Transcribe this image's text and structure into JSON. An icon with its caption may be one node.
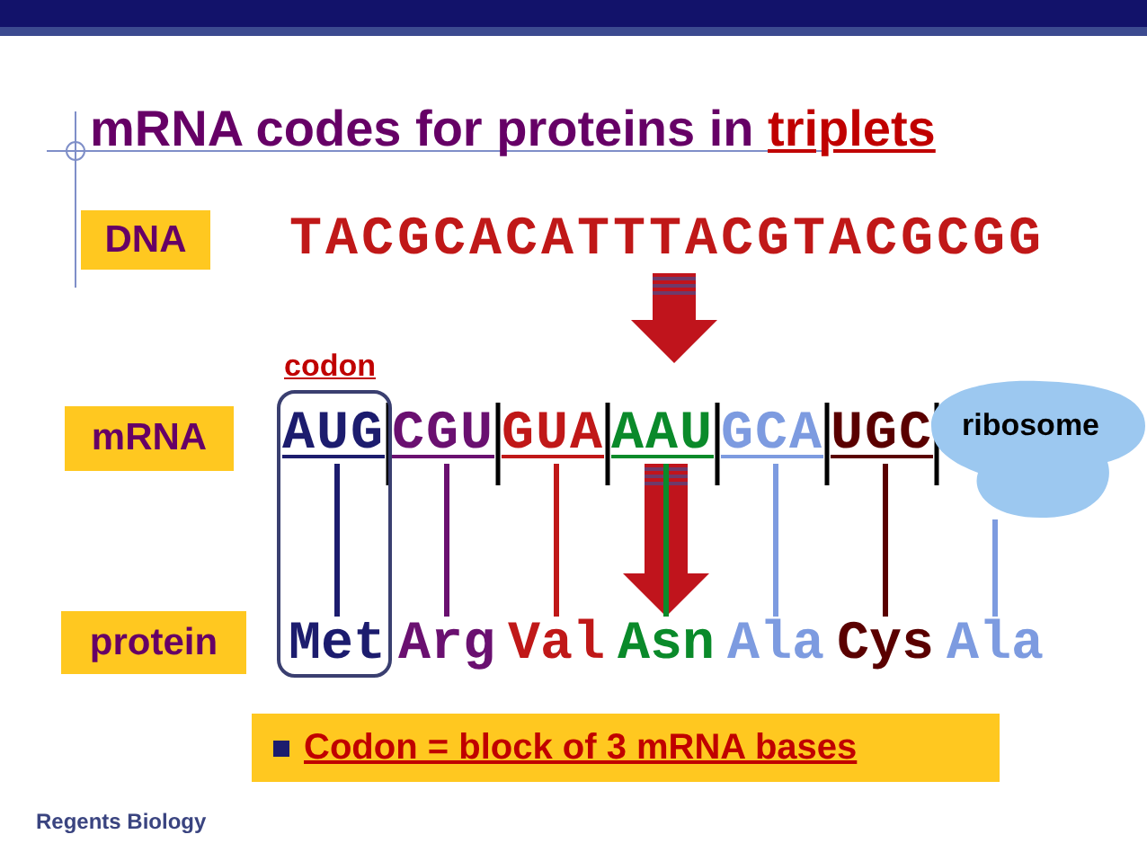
{
  "diagram": {
    "title": "mRNA codes for proteins in triplets",
    "nodes": [
      {
        "text": [
          "DNA"
        ]
      },
      {
        "text": [
          "mRNA"
        ]
      },
      {
        "text": [
          "protein"
        ]
      },
      {
        "text": [
          "TACGCACATTTACGTACGCGG"
        ]
      },
      {
        "text": [
          "codon"
        ]
      },
      {
        "text": [
          "AUG"
        ],
        "in": 4
      },
      {
        "text": [
          "CGU"
        ]
      },
      {
        "text": [
          "GUA"
        ]
      },
      {
        "text": [
          "AAU"
        ]
      },
      {
        "text": [
          "GCA"
        ]
      },
      {
        "text": [
          "UGC"
        ]
      },
      {
        "text": [
          "ribosome"
        ]
      },
      {
        "text": [
          "Met"
        ],
        "in": 4
      },
      {
        "text": [
          "Arg"
        ]
      },
      {
        "text": [
          "Val"
        ]
      },
      {
        "text": [
          "Asn"
        ]
      },
      {
        "text": [
          "Ala"
        ]
      },
      {
        "text": [
          "Cys"
        ]
      },
      {
        "text": [
          "Ala"
        ]
      }
    ],
    "edges": [
      {
        "from": 3,
        "to": null,
        "arrow": "to",
        "style": "thick",
        "color": "#c0141c"
      },
      {
        "from": 8,
        "to": 15,
        "arrow": "to",
        "style": "thick",
        "color": "#c0141c"
      },
      {
        "from": 5,
        "to": 12,
        "arrow": "none",
        "color": "#1c1c6e"
      },
      {
        "from": 6,
        "to": 13,
        "arrow": "none",
        "color": "#6a1070"
      },
      {
        "from": 7,
        "to": 14,
        "arrow": "none",
        "color": "#c01818"
      },
      {
        "from": 8,
        "to": 15,
        "arrow": "none",
        "color": "#0a8a2a"
      },
      {
        "from": 9,
        "to": 16,
        "arrow": "none",
        "color": "#7d9be0"
      },
      {
        "from": 10,
        "to": 17,
        "arrow": "none",
        "color": "#5a0000"
      },
      {
        "from": 11,
        "to": 18,
        "arrow": "none",
        "color": "#7d9be0"
      }
    ],
    "labels": [
      "Codon = block of 3 mRNA bases",
      "Regents Biology"
    ]
  }
}
